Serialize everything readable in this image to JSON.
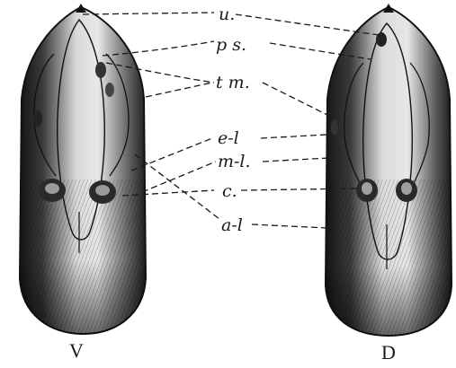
{
  "labels": {
    "u": "u.",
    "ps": "p s.",
    "tm": "t m.",
    "el": "e-l",
    "ml": "m-l.",
    "c": "c.",
    "al": "a-l"
  },
  "captions": {
    "ventral": "V",
    "dorsal": "D"
  }
}
